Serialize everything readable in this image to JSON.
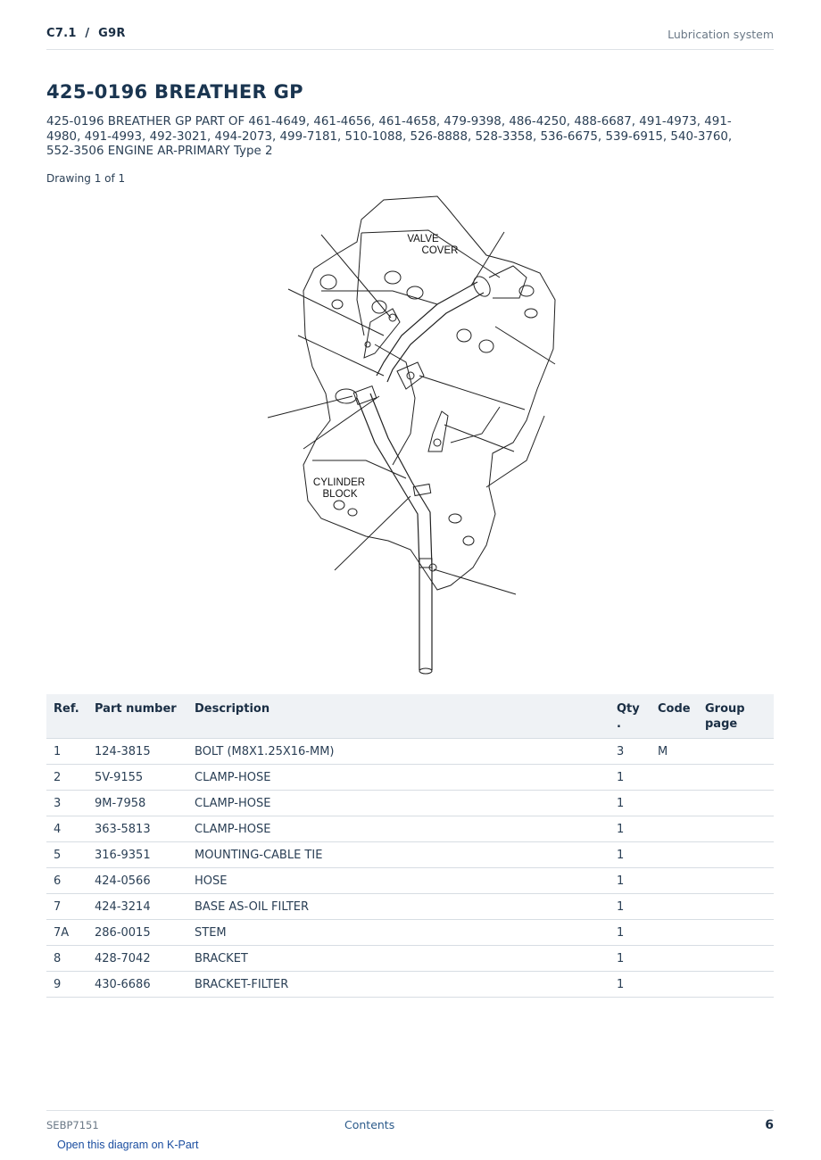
{
  "header": {
    "section": "C7.1  /  G9R",
    "category": "Lubrication system"
  },
  "title": "425-0196 BREATHER GP",
  "subtitle": "425-0196 BREATHER GP PART OF 461-4649, 461-4656, 461-4658, 479-9398, 486-4250, 488-6687, 491-4973, 491-4980, 491-4993, 492-3021, 494-2073, 499-7181, 510-1088, 526-8888, 528-3358, 536-6675, 539-6915, 540-3760, 552-3506 ENGINE AR-PRIMARY Type 2",
  "drawing_label": "Drawing 1 of 1",
  "diagram": {
    "label_valve_line1": "VALVE",
    "label_valve_line2": "COVER",
    "label_cyl_line1": "CYLINDER",
    "label_cyl_line2": "BLOCK"
  },
  "table": {
    "headers": {
      "ref": "Ref.",
      "part_number": "Part number",
      "description": "Description",
      "qty": "Qty .",
      "code": "Code",
      "group_page": "Group page"
    },
    "rows": [
      {
        "ref": "1",
        "part": "124-3815",
        "desc": "BOLT (M8X1.25X16-MM)",
        "qty": "3",
        "code": "M",
        "group": ""
      },
      {
        "ref": "2",
        "part": "5V-9155",
        "desc": "CLAMP-HOSE",
        "qty": "1",
        "code": "",
        "group": ""
      },
      {
        "ref": "3",
        "part": "9M-7958",
        "desc": "CLAMP-HOSE",
        "qty": "1",
        "code": "",
        "group": ""
      },
      {
        "ref": "4",
        "part": "363-5813",
        "desc": "CLAMP-HOSE",
        "qty": "1",
        "code": "",
        "group": ""
      },
      {
        "ref": "5",
        "part": "316-9351",
        "desc": "MOUNTING-CABLE TIE",
        "qty": "1",
        "code": "",
        "group": ""
      },
      {
        "ref": "6",
        "part": "424-0566",
        "desc": "HOSE",
        "qty": "1",
        "code": "",
        "group": ""
      },
      {
        "ref": "7",
        "part": "424-3214",
        "desc": "BASE AS-OIL FILTER",
        "qty": "1",
        "code": "",
        "group": ""
      },
      {
        "ref": "7A",
        "part": "286-0015",
        "desc": "STEM",
        "qty": "1",
        "code": "",
        "group": ""
      },
      {
        "ref": "8",
        "part": "428-7042",
        "desc": "BRACKET",
        "qty": "1",
        "code": "",
        "group": ""
      },
      {
        "ref": "9",
        "part": "430-6686",
        "desc": "BRACKET-FILTER",
        "qty": "1",
        "code": "",
        "group": ""
      }
    ]
  },
  "footer": {
    "doc_id": "SEBP7151",
    "contents_link": "Contents",
    "page_number": "6",
    "kpart_link": "Open this diagram on K-Part"
  }
}
